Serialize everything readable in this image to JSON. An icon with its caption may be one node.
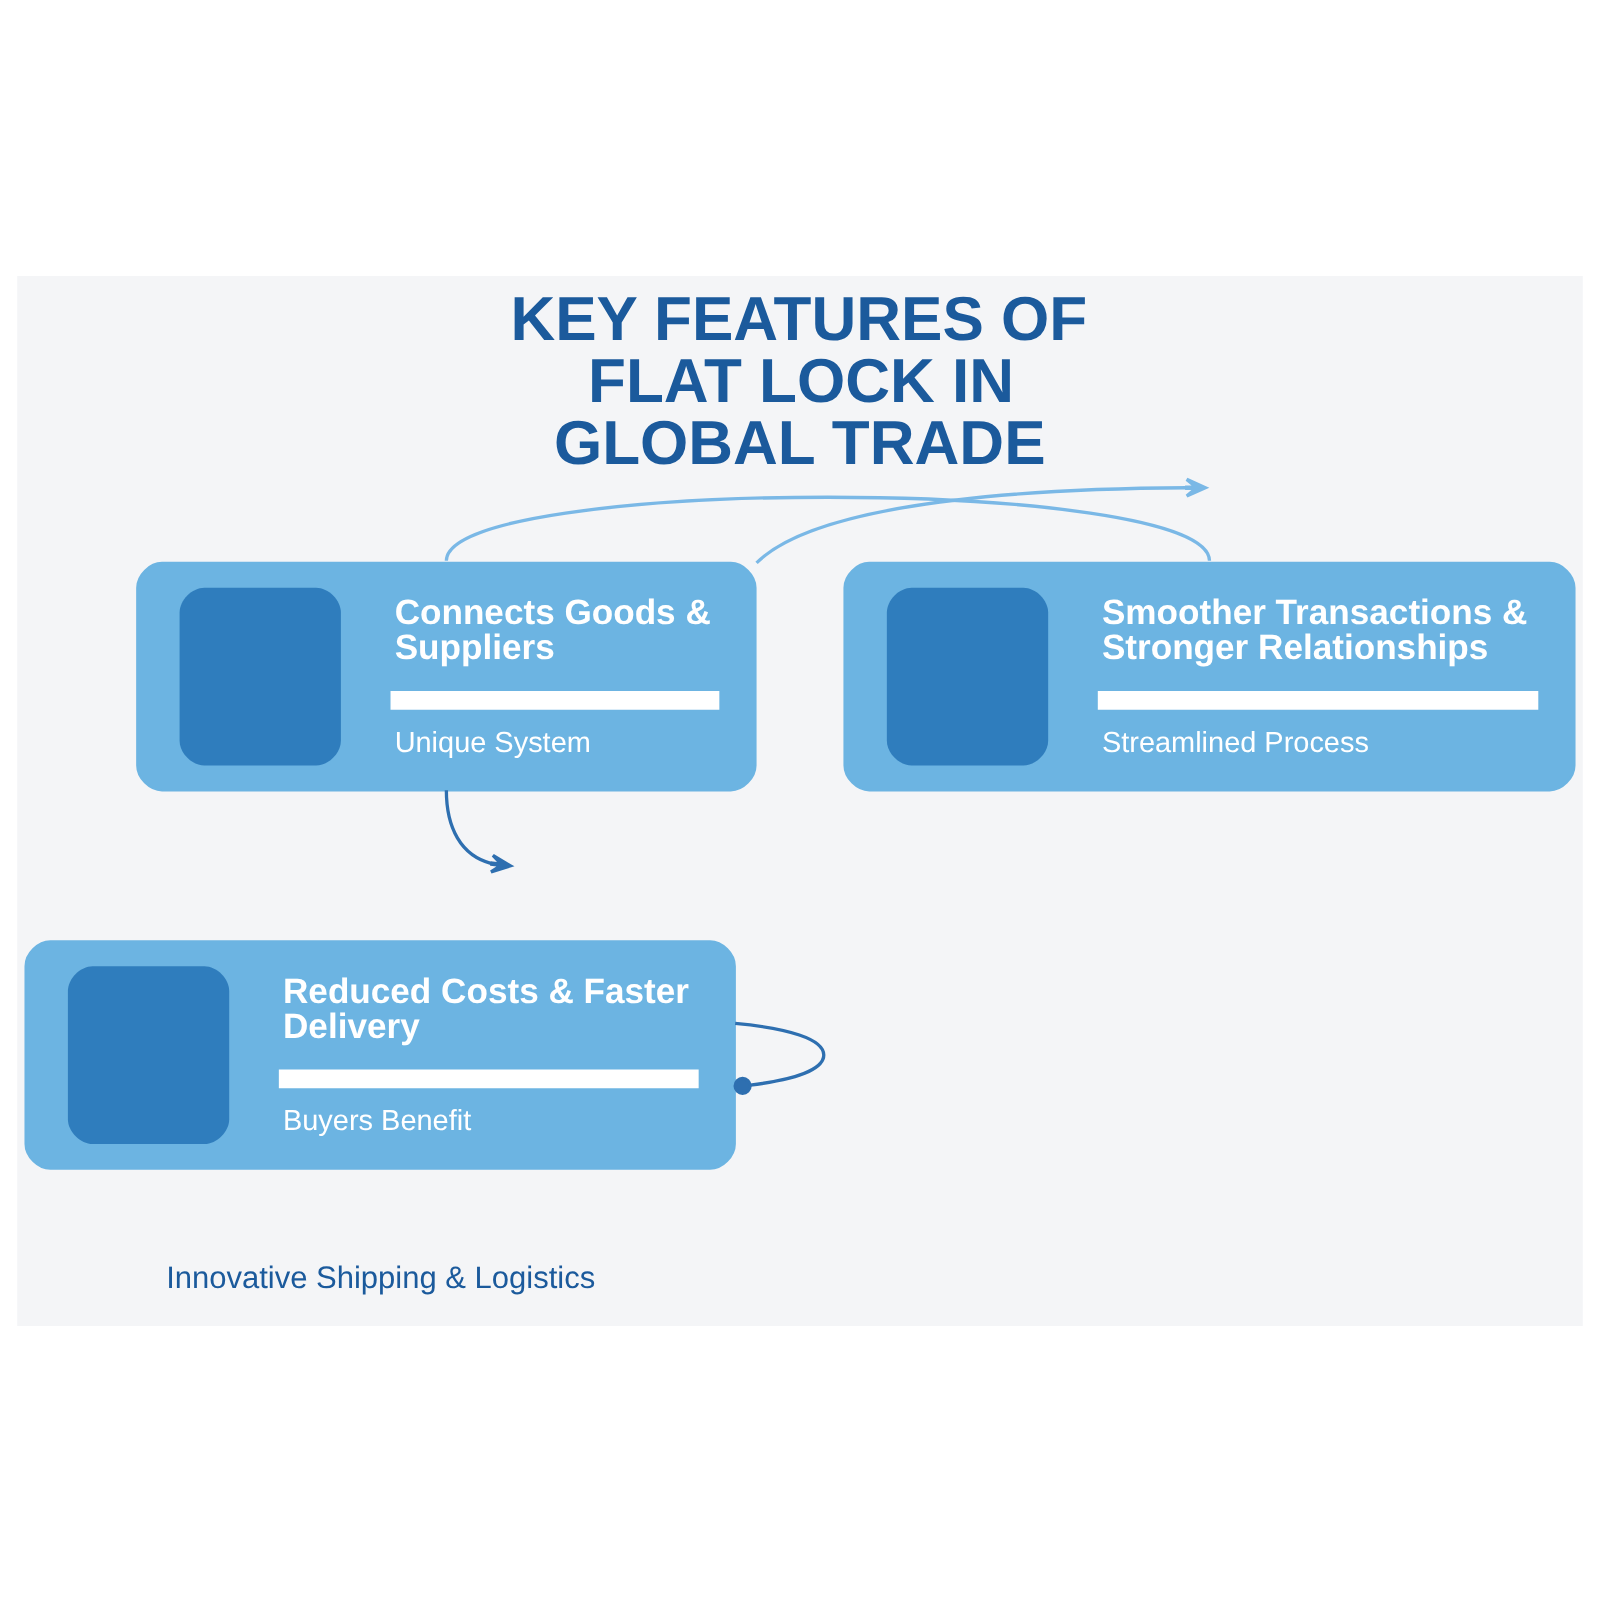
{
  "diagram": {
    "title": "KEY FEATURES OF FLAT LOCK IN GLOBAL TRADE",
    "caption": "Innovative Shipping & Logistics",
    "nodes": [
      {
        "text": [
          "Connects Goods & Suppliers",
          "Unique System"
        ]
      },
      {
        "text": [
          "Smoother Transactions & Stronger Relationships",
          "Streamlined Process"
        ]
      },
      {
        "text": [
          "Reduced Costs & Faster Delivery",
          "Buyers Benefit"
        ]
      }
    ],
    "edges": [
      {
        "from": 0,
        "to": 1,
        "arrow": "none",
        "color": "#7ab8e6"
      },
      {
        "from": 0,
        "to": null,
        "arrow": "to",
        "color": "#7ab8e6"
      },
      {
        "from": 0,
        "to": null,
        "arrow": "to"
      },
      {
        "from": 2,
        "to": 2,
        "arrow": "other"
      }
    ]
  }
}
